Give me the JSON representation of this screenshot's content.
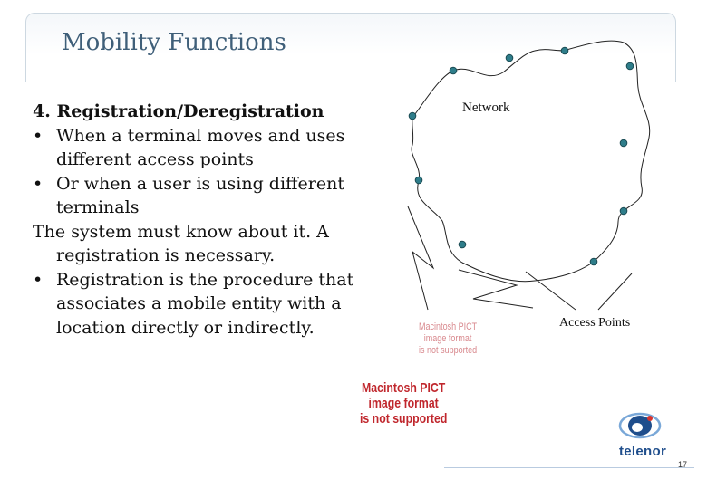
{
  "slide": {
    "title": "Mobility Functions",
    "page_number": "17"
  },
  "content": {
    "heading": "4. Registration/Deregistration",
    "bullet_char": "•",
    "bullet1_line1": "When a terminal moves and uses",
    "bullet1_line2": "different access points",
    "bullet2_line1": "Or when a user is using different",
    "bullet2_line2": "terminals",
    "para_line1": "The system must know about it. A",
    "para_line2": "registration is necessary.",
    "bullet3_line1": "Registration is the procedure that",
    "bullet3_line2": "associates a mobile entity with a",
    "bullet3_line3": "location directly or indirectly."
  },
  "diagram": {
    "network_label": "Network",
    "access_points_label": "Access Points",
    "node_color": "#2e7d8a"
  },
  "placeholders": {
    "small_line1": "Macintosh PICT",
    "small_line2": "image format",
    "small_line3": "is not supported",
    "large_line1": "Macintosh PICT",
    "large_line2": "image format",
    "large_line3": "is not supported"
  },
  "logo": {
    "word": "telenor",
    "colors": {
      "blue": "#1f4e8c",
      "ring": "#7aa8d8"
    }
  }
}
